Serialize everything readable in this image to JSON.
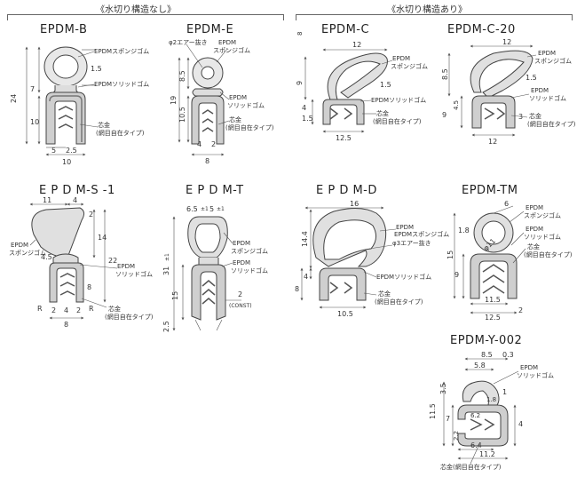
{
  "sections": {
    "left": "《水切り構造なし》",
    "right": "《水切り構造あり》"
  },
  "titles": {
    "b": "EPDM-B",
    "e": "EPDM-E",
    "c": "EPDM-C",
    "c20": "EPDM-C-20",
    "s1": "E P D M-S -1",
    "t": "E P D M-T",
    "d": "E P D M-D",
    "tm": "EPDM-TM",
    "y002": "EPDM-Y-002"
  },
  "labels": {
    "sponge": "EPDMスポンジゴム",
    "solid": "EPDMソリッドゴム",
    "epdm": "EPDM",
    "sponge_kana": "スポンジゴム",
    "solid_kana": "ソリッドゴム",
    "core": "芯金",
    "core_note": "(網目自在タイプ)",
    "core_inline": "芯金(網目自在タイプ)",
    "air2": "φ2エアー抜き",
    "air3": "φ3エアー抜き",
    "const": "(CONST)"
  },
  "dims": {
    "b": [
      "1.5",
      "24",
      "7",
      "10",
      "5",
      "2.5",
      "10"
    ],
    "e": [
      "8.5",
      "19",
      "10.5",
      "4",
      "2",
      "8"
    ],
    "c": [
      "12",
      "9",
      "1.5",
      "4",
      "1.5",
      "12.5",
      "8"
    ],
    "c20": [
      "12",
      "8.5",
      "1.5",
      "4.5",
      "9",
      "12",
      "3"
    ],
    "s1": [
      "11",
      "4",
      "2",
      "14",
      "22",
      "4.5",
      "8",
      "R",
      "2",
      "4",
      "2",
      "R",
      "8"
    ],
    "t": [
      "6.5",
      "±1",
      "5",
      "±1",
      "31",
      "±1",
      "15",
      "2",
      "2.5"
    ],
    "d": [
      "16",
      "14.4",
      "4",
      "8",
      "10.5"
    ],
    "tm": [
      "6",
      "1.8",
      "φ11",
      "15",
      "9",
      "11.5",
      "12.5",
      "2"
    ],
    "y002": [
      "8.5",
      "0.3",
      "5.8",
      "3.5",
      "11.5",
      "7",
      "6.2",
      "4",
      "2.2",
      "6.4",
      "11.2",
      "1",
      "1.8"
    ]
  }
}
